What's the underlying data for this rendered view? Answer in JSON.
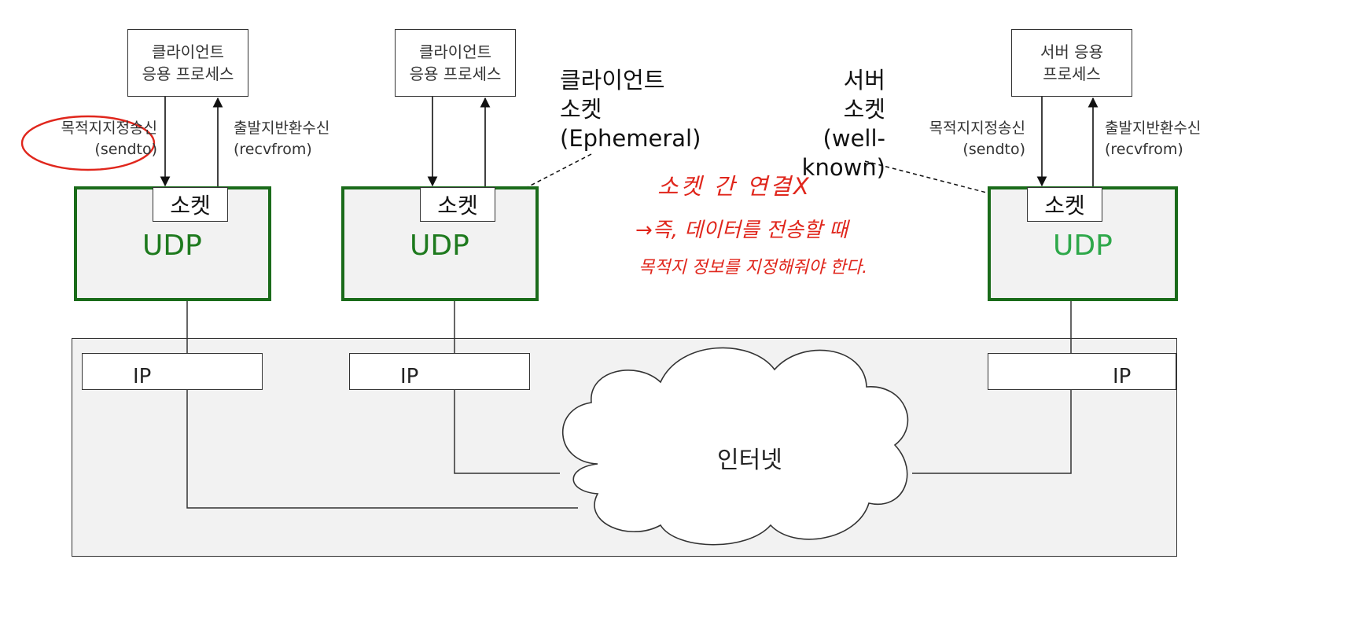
{
  "processes": {
    "left": [
      "클라이언트",
      "응용 프로세스"
    ],
    "middle": [
      "클라이언트",
      "응용 프로세스"
    ],
    "right": [
      "서버 응용",
      "프로세스"
    ]
  },
  "socket_label": "소켓",
  "udp_label": "UDP",
  "ip_label": "IP",
  "internet_label": "인터넷",
  "send": {
    "line1": "목적지지정송신",
    "line2": "(sendto)"
  },
  "recv": {
    "line1": "출발지반환수신",
    "line2": "(recvfrom)"
  },
  "client_socket": {
    "line1": "클라이언트",
    "line2": "소켓",
    "line3": "(Ephemeral)"
  },
  "server_socket": {
    "line1": "서버",
    "line2": "소켓",
    "line3": "(well-known)"
  },
  "annotation": {
    "line1": "소켓 간 연결X",
    "line2": "→즉, 데이터를 전송할 때",
    "line3": "목적지 정보를 지정해줘야 한다."
  },
  "colors": {
    "udp_border": "#1a6b1a",
    "udp_text": "#1e7a1e",
    "udp_text_server": "#2ea84a",
    "annotation": "#e0261c",
    "highlight_circle": "#e0261c"
  }
}
